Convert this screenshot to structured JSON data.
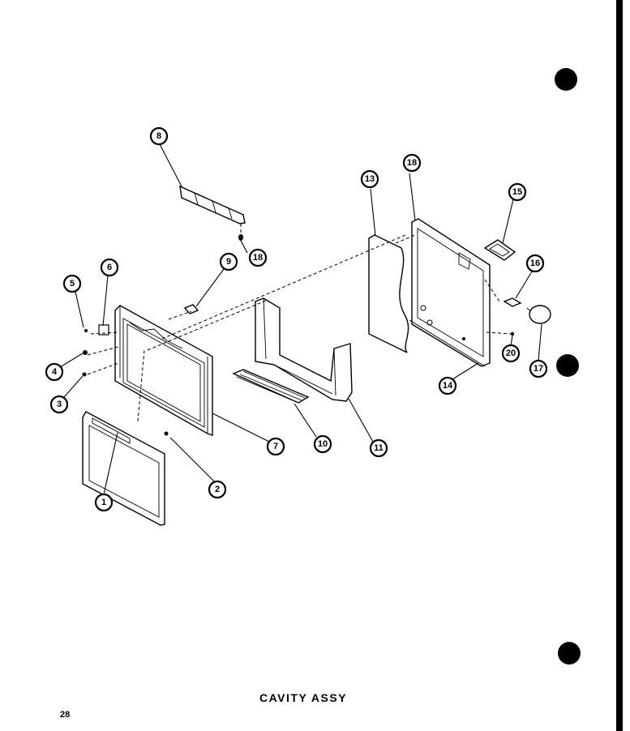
{
  "title": "CAVITY ASSY",
  "page_number": "28",
  "callouts": [
    {
      "id": "c1",
      "label": "1"
    },
    {
      "id": "c2",
      "label": "2"
    },
    {
      "id": "c3",
      "label": "3"
    },
    {
      "id": "c4",
      "label": "4"
    },
    {
      "id": "c5",
      "label": "5"
    },
    {
      "id": "c6",
      "label": "6"
    },
    {
      "id": "c7",
      "label": "7"
    },
    {
      "id": "c8",
      "label": "8"
    },
    {
      "id": "c9",
      "label": "9"
    },
    {
      "id": "c10",
      "label": "10"
    },
    {
      "id": "c11",
      "label": "11"
    },
    {
      "id": "c13",
      "label": "13"
    },
    {
      "id": "c14",
      "label": "14"
    },
    {
      "id": "c15",
      "label": "15"
    },
    {
      "id": "c16",
      "label": "16"
    },
    {
      "id": "c17",
      "label": "17"
    },
    {
      "id": "c18a",
      "label": "18"
    },
    {
      "id": "c18b",
      "label": "18"
    },
    {
      "id": "c20",
      "label": "20"
    }
  ]
}
